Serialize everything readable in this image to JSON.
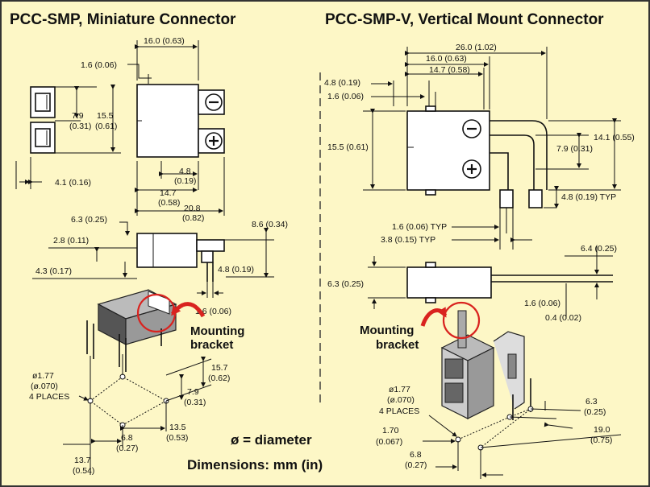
{
  "titles": {
    "left": "PCC-SMP, Miniature Connector",
    "right": "PCC-SMP-V, Vertical Mount Connector"
  },
  "left": {
    "d_16_0": "16.0 (0.63)",
    "d_1_6": "1.6 (0.06)",
    "d_7_9a": "7.9",
    "d_7_9b": "(0.31)",
    "d_15_5a": "15.5",
    "d_15_5b": "(0.61)",
    "d_4_1": "4.1 (0.16)",
    "d_4_8a": "4.8",
    "d_4_8b": "(0.19)",
    "d_14_7a": "14.7",
    "d_14_7b": "(0.58)",
    "d_20_8a": "20.8",
    "d_20_8b": "(0.82)",
    "d_6_3": "6.3 (0.25)",
    "d_8_6": "8.6 (0.34)",
    "d_2_8": "2.8 (0.11)",
    "d_4_3": "4.3 (0.17)",
    "d_4_8s": "4.8 (0.19)",
    "d_1_6b": "1.6 (0.06)",
    "mount1": "Mounting",
    "mount2": "bracket",
    "hole1": "ø1.77",
    "hole2": "(ø.070)",
    "hole3": "4 PLACES",
    "d_15_7a": "15.7",
    "d_15_7b": "(0.62)",
    "d_7_9ca": "7.9",
    "d_7_9cb": "(0.31)",
    "d_13_5a": "13.5",
    "d_13_5b": "(0.53)",
    "d_6_8a": "6.8",
    "d_6_8b": "(0.27)",
    "d_13_7a": "13.7",
    "d_13_7b": "(0.54)"
  },
  "right": {
    "d_26_0": "26.0 (1.02)",
    "d_16_0": "16.0 (0.63)",
    "d_14_7": "14.7 (0.58)",
    "d_4_8": "4.8 (0.19)",
    "d_1_6": "1.6 (0.06)",
    "d_15_5": "15.5 (0.61)",
    "d_14_1": "14.1 (0.55)",
    "d_7_9": "7.9 (0.31)",
    "d_4_8t": "4.8 (0.19) TYP",
    "d_1_6t": "1.6 (0.06) TYP",
    "d_3_8t": "3.8 (0.15) TYP",
    "d_6_4": "6.4 (0.25)",
    "d_6_3": "6.3 (0.25)",
    "d_1_6c": "1.6 (0.06)",
    "d_0_4": "0.4 (0.02)",
    "mount1": "Mounting",
    "mount2": "bracket",
    "hole1": "ø1.77",
    "hole2": "(ø.070)",
    "hole3": "4 PLACES",
    "d_1_70a": "1.70",
    "d_1_70b": "(0.067)",
    "d_6_8a": "6.8",
    "d_6_8b": "(0.27)",
    "d_6_3ba": "6.3",
    "d_6_3bb": "(0.25)",
    "d_19_0a": "19.0",
    "d_19_0b": "(0.75)"
  },
  "legend": {
    "diameter": "ø = diameter",
    "units": "Dimensions: mm (in)"
  },
  "colors": {
    "background": "#fdf7c6",
    "accent": "#d9231f",
    "line": "#111111"
  },
  "icons": {
    "minus": "minus-terminal-icon",
    "plus": "plus-terminal-icon"
  }
}
